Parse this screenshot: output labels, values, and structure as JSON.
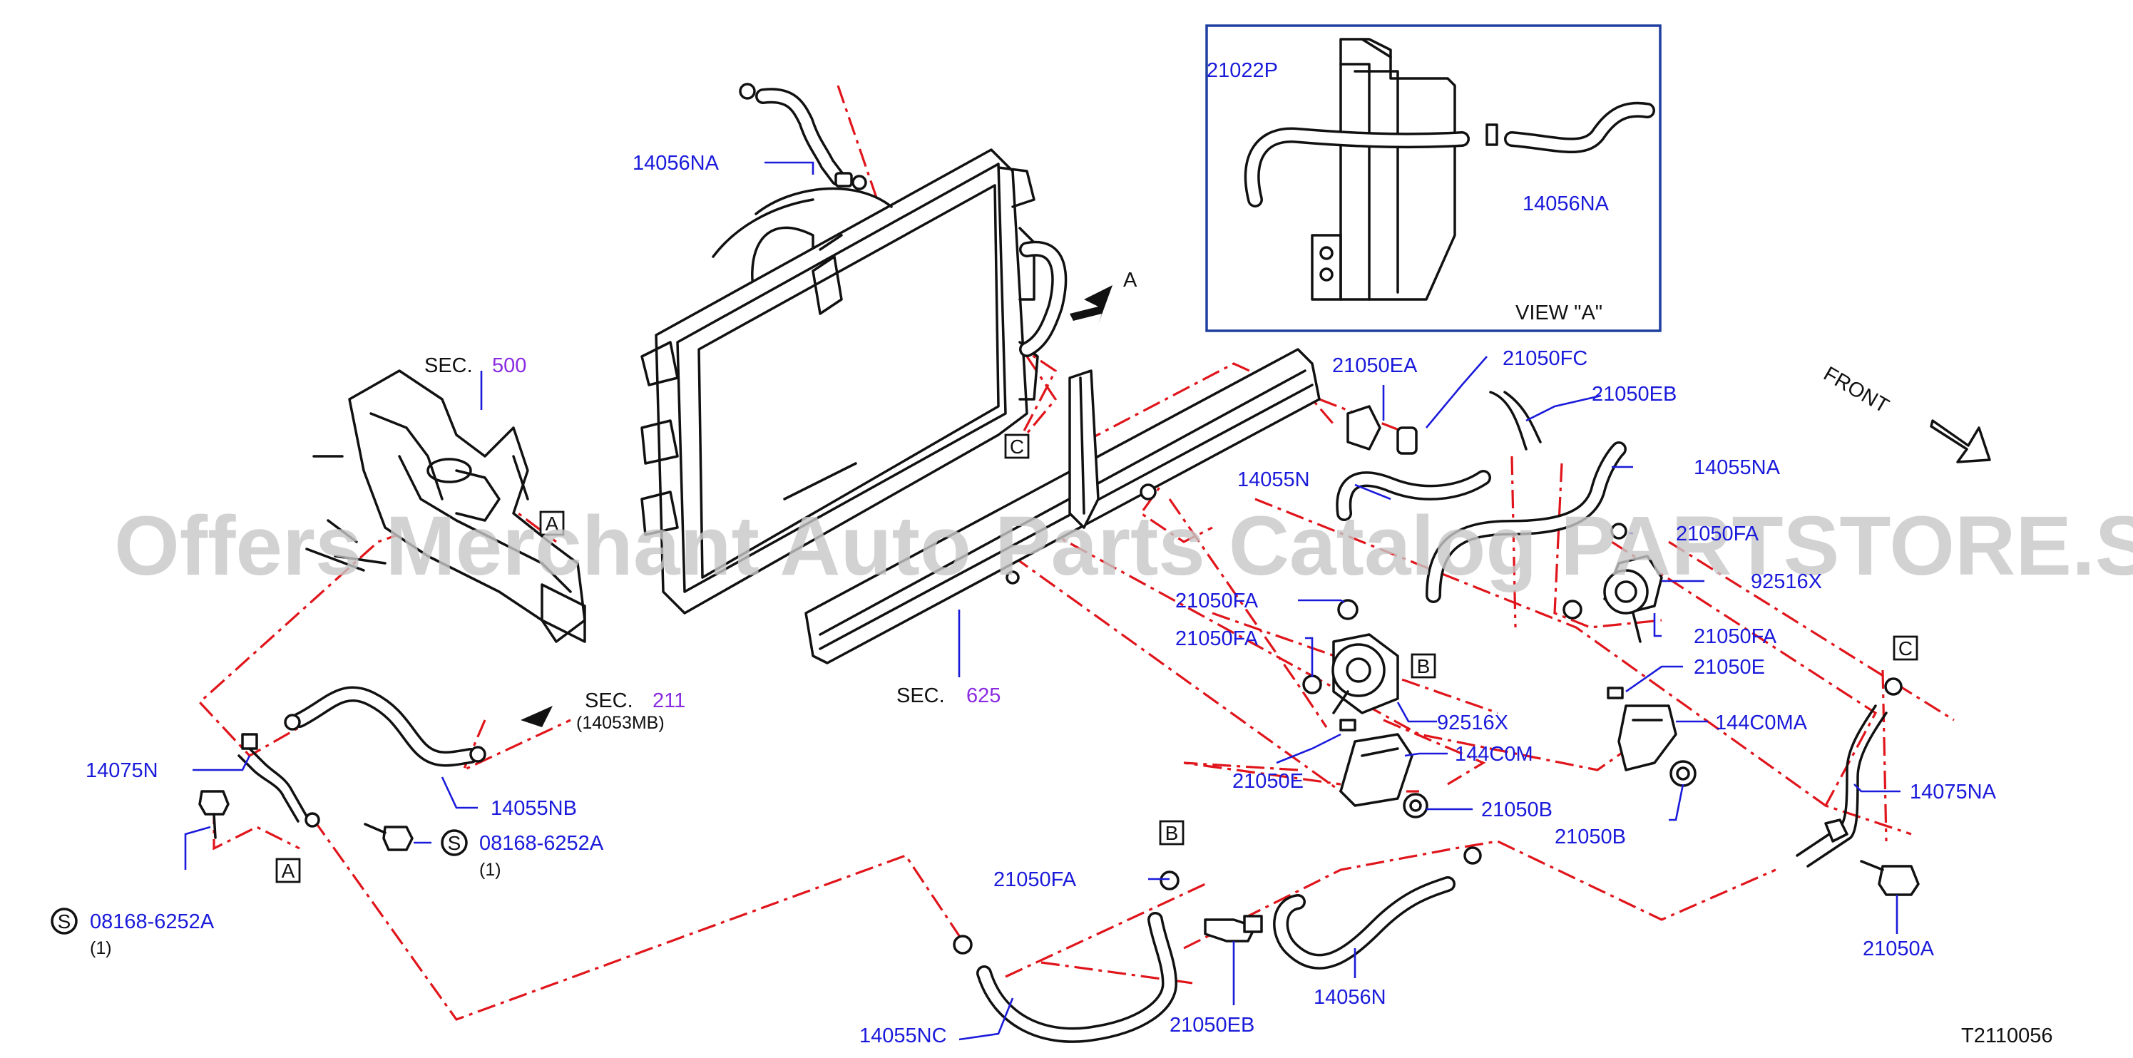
{
  "sections": [
    {
      "prefix": "SEC.",
      "number": "500"
    },
    {
      "prefix": "SEC.",
      "number": "211",
      "sub": "(14053MB)"
    },
    {
      "prefix": "SEC.",
      "number": "625"
    }
  ],
  "view_a": {
    "title": "VIEW  \"A\"",
    "parts": [
      "21022P",
      "14056NA"
    ]
  },
  "arrow_a": "A",
  "front_label": "FRONT",
  "callouts": {
    "a": "A",
    "b": "B",
    "c": "C"
  },
  "parts": {
    "p14056NA_top": "14056NA",
    "p21050EA": "21050EA",
    "p21050FC": "21050FC",
    "p21050EB_top": "21050EB",
    "p14055N": "14055N",
    "p14055NA": "14055NA",
    "p21050FA_r": "21050FA",
    "p92516X_r": "92516X",
    "p21050FA_c1": "21050FA",
    "p21050FA_c2": "21050FA",
    "p21050FA_r2": "21050FA",
    "p21050E_r": "21050E",
    "p92516X_c": "92516X",
    "p144C0MA": "144C0MA",
    "p144C0M": "144C0M",
    "p21050E_c": "21050E",
    "p21050B_c": "21050B",
    "p21050B_r": "21050B",
    "p14075NA": "14075NA",
    "p21050A": "21050A",
    "p14075N": "14075N",
    "p14055NB": "14055NB",
    "p08168_r": "08168-6252A",
    "p08168_r_qty": "(1)",
    "p08168_l": "08168-6252A",
    "p08168_l_qty": "(1)",
    "p21050FA_b": "21050FA",
    "p14055NC": "14055NC",
    "p21050EB_b": "21050EB",
    "p14056N": "14056N"
  },
  "screw_symbol": "S",
  "diagram_id": "T2110056",
  "watermark": "Offers Merchant Auto Parts Catalog PARTSTORE.SA"
}
